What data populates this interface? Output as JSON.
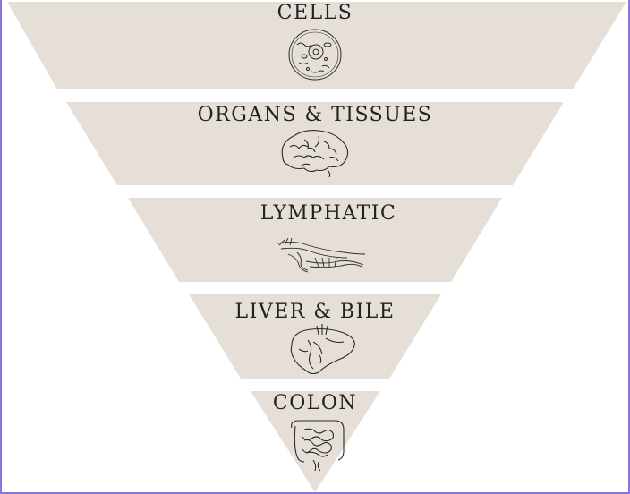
{
  "diagram": {
    "fill_color": "#e6dfd7",
    "border_color": "#8a73e0",
    "ink_color": "#2b2b2b",
    "levels": [
      {
        "label": "CELLS",
        "icon": "cell-icon"
      },
      {
        "label": "ORGANS & TISSUES",
        "icon": "brain-icon"
      },
      {
        "label": "LYMPHATIC",
        "icon": "lymph-vessel-icon"
      },
      {
        "label": "LIVER & BILE",
        "icon": "liver-icon"
      },
      {
        "label": "COLON",
        "icon": "intestine-icon"
      }
    ]
  }
}
